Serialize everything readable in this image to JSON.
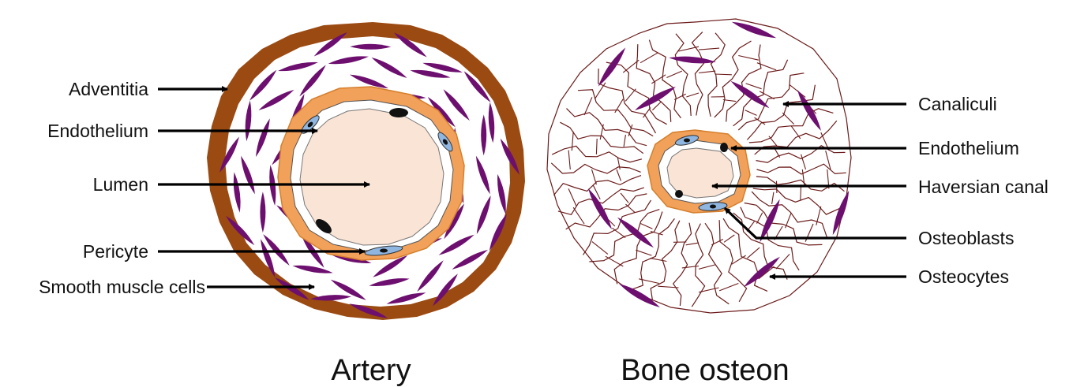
{
  "artery": {
    "caption": "Artery",
    "labels": {
      "adventitia": "Adventitia",
      "endothelium": "Endothelium",
      "lumen": "Lumen",
      "pericyte": "Pericyte",
      "smooth_muscle": "Smooth muscle cells"
    }
  },
  "osteon": {
    "caption": "Bone osteon",
    "labels": {
      "canaliculi": "Canaliculi",
      "endothelium": "Endothelium",
      "haversian": "Haversian canal",
      "osteoblasts": "Osteoblasts",
      "osteocytes": "Osteocytes"
    }
  },
  "colors": {
    "adventitia": "#9b4a12",
    "intima": "#f2a15a",
    "lumen": "#fae4d6",
    "muscle_cell": "#6d0f6f",
    "endothelial_cell": "#8fb6e0",
    "canaliculi": "#6b1a1a"
  }
}
